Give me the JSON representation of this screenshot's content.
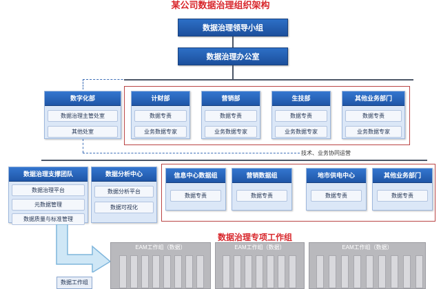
{
  "title": "某公司数据治理组织架构",
  "leadership": {
    "leading_group": "数据治理领导小组",
    "office": "数据治理办公室"
  },
  "tier1": [
    {
      "name": "数字化部",
      "items": [
        "数据治理主管处室",
        "其他处室"
      ]
    },
    {
      "name": "计财部",
      "items": [
        "数据专责",
        "业务数据专家"
      ]
    },
    {
      "name": "营销部",
      "items": [
        "数据专责",
        "业务数据专家"
      ]
    },
    {
      "name": "生技部",
      "items": [
        "数据专责",
        "业务数据专家"
      ]
    },
    {
      "name": "其他业务部门",
      "items": [
        "数据专责",
        "业务数据专家"
      ]
    }
  ],
  "annotation": "技术、业务协同运营",
  "tier2_left": [
    {
      "name": "数据治理支撑团队",
      "items": [
        "数据治理平台",
        "元数据管理",
        "数据质量与标准管理"
      ]
    },
    {
      "name": "数据分析中心",
      "items": [
        "数据分析平台",
        "数据可视化"
      ]
    }
  ],
  "tier2_right": [
    {
      "name": "信息中心数据组",
      "items": [
        "数据专责"
      ]
    },
    {
      "name": "营销数据组",
      "items": [
        "数据专责"
      ]
    },
    {
      "name": "地市供电中心",
      "items": [
        "数据专责"
      ]
    },
    {
      "name": "其他业务部门",
      "items": [
        "数据专责"
      ]
    }
  ],
  "special_title": "数据治理专项工作组",
  "work_groups": [
    "EAM工作组（数据）",
    "EAM工作组（数据）",
    "EAM工作组（数据）"
  ],
  "bottom_left_box": "数据工作组",
  "colors": {
    "accent": "#d8262b",
    "header_blue": "#1f56a7",
    "panel": "#dbe7f7",
    "frame": "#b94343"
  }
}
